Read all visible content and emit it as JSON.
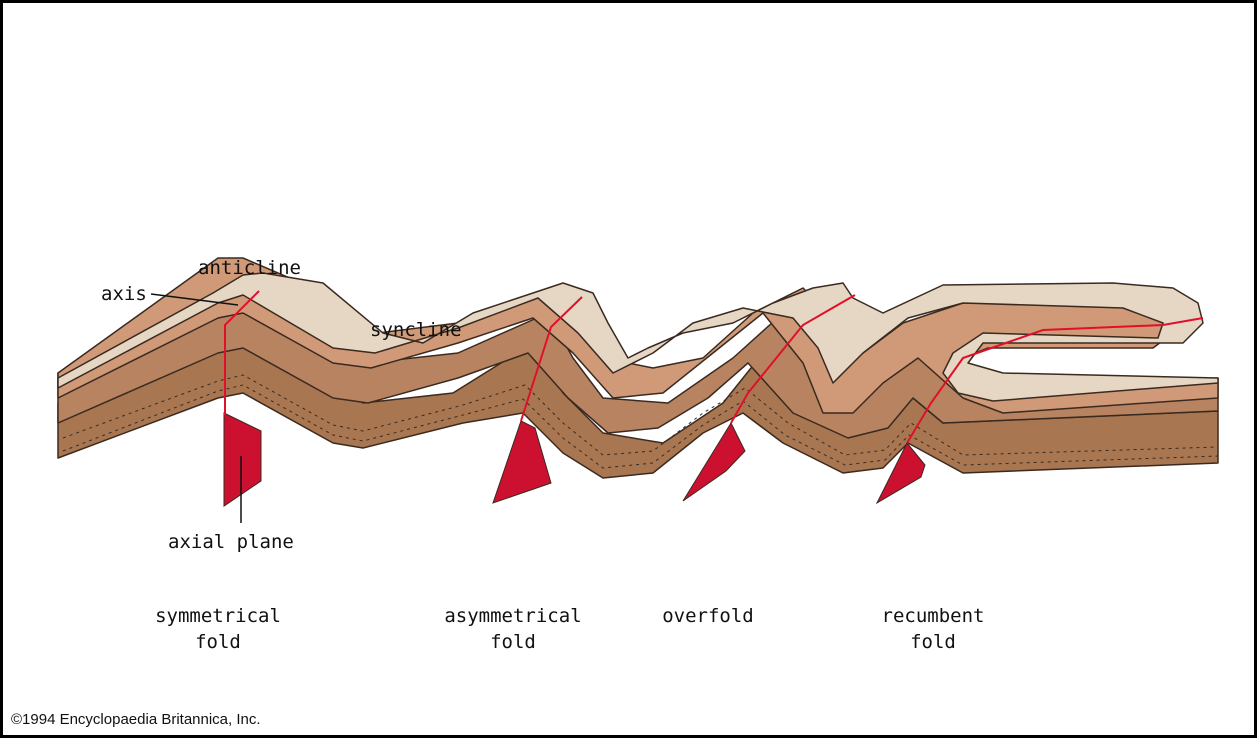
{
  "labels": {
    "anticline": "anticline",
    "axis": "axis",
    "syncline": "syncline",
    "axial_plane": "axial plane"
  },
  "captions": [
    {
      "line1": "symmetrical",
      "line2": "fold"
    },
    {
      "line1": "asymmetrical",
      "line2": "fold"
    },
    {
      "line1": "overfold",
      "line2": ""
    },
    {
      "line1": "recumbent",
      "line2": "fold"
    }
  ],
  "copyright": "©1994 Encyclopaedia Britannica, Inc.",
  "colors": {
    "top_layer": "#e6d6c4",
    "layer_2": "#d09a78",
    "layer_3": "#b88360",
    "layer_4": "#a87650",
    "axial_plane": "#cc1130",
    "axis_line": "#e0102a"
  }
}
